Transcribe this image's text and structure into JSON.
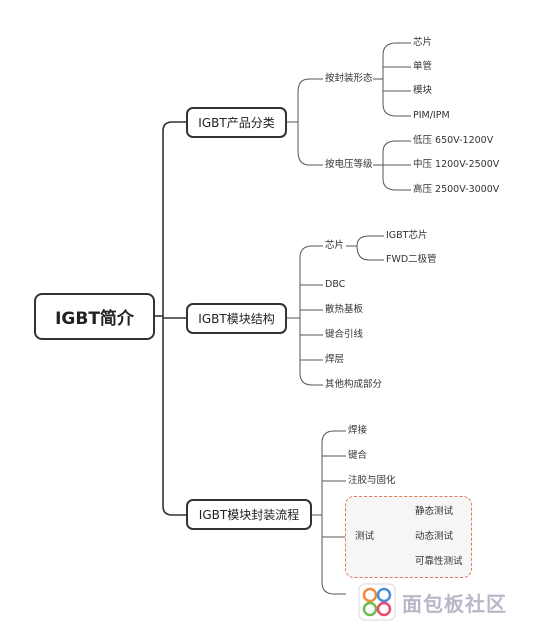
{
  "root": {
    "label": "IGBT简介"
  },
  "branches": [
    {
      "label": "IGBT产品分类",
      "groups": [
        {
          "label": "按封装形态",
          "items": [
            "芯片",
            "单管",
            "模块",
            "PIM/IPM"
          ]
        },
        {
          "label": "按电压等级",
          "items": [
            "低压 650V-1200V",
            "中压 1200V-2500V",
            "高压 2500V-3000V"
          ]
        }
      ]
    },
    {
      "label": "IGBT模块结构",
      "chip": {
        "label": "芯片",
        "items": [
          "IGBT芯片",
          "FWD二极管"
        ]
      },
      "items": [
        "DBC",
        "散热基板",
        "键合引线",
        "焊层",
        "其他构成部分"
      ]
    },
    {
      "label": "IGBT模块封装流程",
      "items": [
        "焊接",
        "键合",
        "注胶与固化"
      ],
      "test": {
        "label": "测试",
        "items": [
          "静态测试",
          "动态测试",
          "可靠性测试"
        ]
      }
    }
  ],
  "watermark": {
    "text": "面包板社区"
  },
  "colors": {
    "line": "#333333",
    "highlight_border": "#e07a57",
    "highlight_fill": "#f6f6f6"
  }
}
